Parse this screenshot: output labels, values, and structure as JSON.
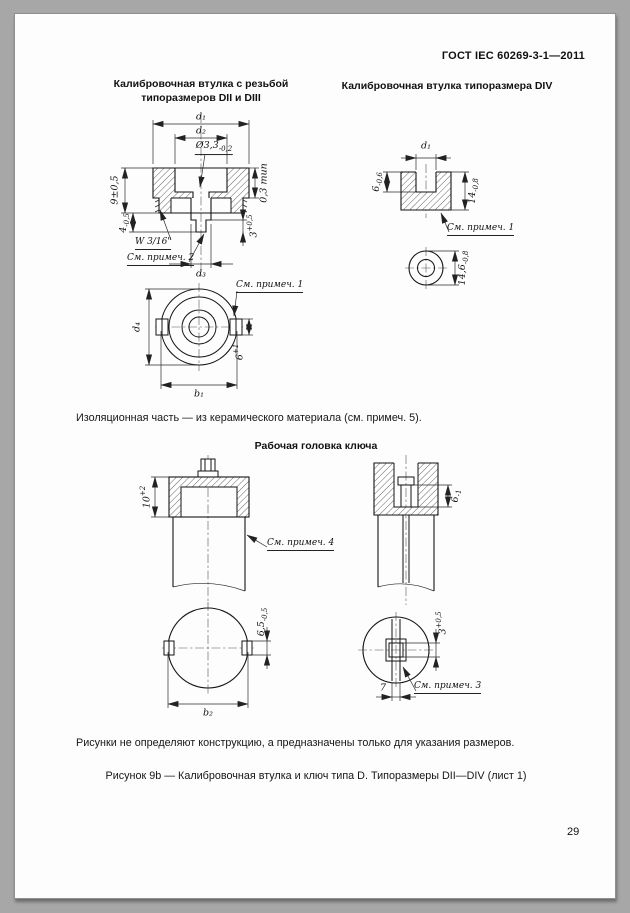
{
  "page": {
    "header": "ГОСТ IEC 60269-3-1—2011",
    "number": "29"
  },
  "sections": {
    "left_title": "Калибровочная втулка с резьбой типоразмеров DII и DIII",
    "right_title": "Калибровочная втулка типоразмера DIV",
    "key_head_title": "Рабочая головка ключа"
  },
  "texts": {
    "insulation_note": "Изоляционная часть — из керамического материала (см. примеч. 5).",
    "disclaimer": "Рисунки не определяют конструкцию, а предназначены только для указания размеров.",
    "caption": "Рисунок 9b — Калибровочная втулка и ключ типа D. Типоразмеры DII—DIV (лист 1)"
  },
  "dims": {
    "bushing_section": {
      "d1": "d₁",
      "d2": "d₂",
      "hole": {
        "base": "Ø3,3",
        "tol": "-0,2"
      },
      "h9": "9±0,5",
      "h4": {
        "base": "4",
        "tol": "-0,5"
      },
      "thread": "W 3/16\"",
      "note2": "См. примеч. 2",
      "d3": "d₃",
      "typ": "0,3 тип",
      "h3": {
        "base": "3",
        "sup": "+0,5"
      }
    },
    "bushing_plan": {
      "note1": "См. примеч. 1",
      "d4": "d₄",
      "h6": {
        "base": "6",
        "sup": "+1"
      },
      "b1": "b₁"
    },
    "div_section": {
      "d1": "d₁",
      "h6": {
        "base": "6",
        "tol": "-0,6"
      },
      "h14": {
        "base": "14",
        "tol": "-0,8"
      },
      "note1": "См. примеч. 1",
      "d146": {
        "base": "14,6",
        "tol": "-0,8"
      }
    },
    "key_side": {
      "h10": {
        "base": "10",
        "sup": "+2"
      },
      "note4": "См. примеч. 4"
    },
    "key_section": {
      "h6": {
        "base": "6",
        "tol": "-1"
      }
    },
    "key_plan_left": {
      "h65": {
        "base": "6,5",
        "tol": "-0,5"
      },
      "b2": "b₂"
    },
    "key_plan_right": {
      "h3": {
        "base": "3",
        "sup": "+0,5"
      },
      "w7": "7",
      "note3": "См. примеч. 3"
    }
  }
}
